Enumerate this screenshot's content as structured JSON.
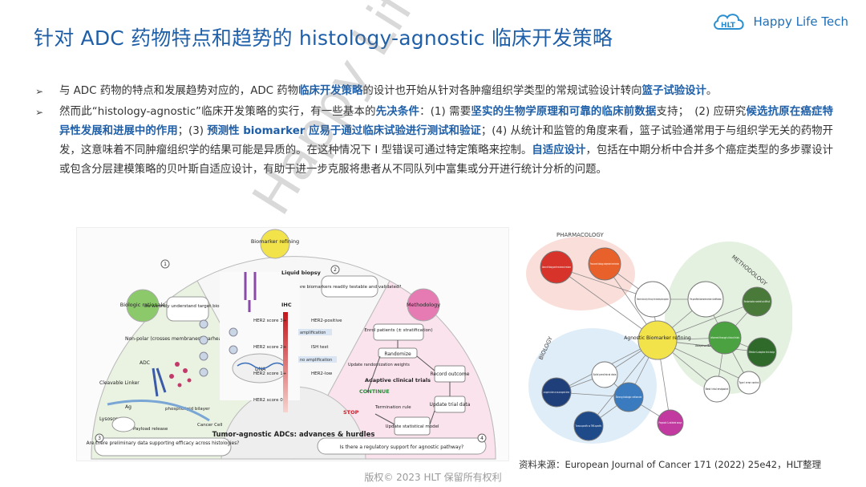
{
  "slide": {
    "title": "针对 ADC 药物特点和趋势的 histology-agnostic 临床开发策略",
    "logo_text": "Happy Life Tech",
    "logo_icon": "cloud-hlt-icon",
    "accent_color": "#1f5fa8"
  },
  "bullets": [
    {
      "segments": [
        {
          "t": "与 ADC 药物的特点和发展趋势对应的，ADC 药物",
          "h": false
        },
        {
          "t": "临床开发策略",
          "h": true
        },
        {
          "t": "的设计也开始从针对各肿瘤组织学类型的常规试验设计转向",
          "h": false
        },
        {
          "t": "篮子试验设计",
          "h": true
        },
        {
          "t": "。",
          "h": false
        }
      ]
    },
    {
      "segments": [
        {
          "t": "然而此“histology-agnostic”临床开发策略的实行，有一些基本的",
          "h": false
        },
        {
          "t": "先决条件",
          "h": true
        },
        {
          "t": "：(1) 需要",
          "h": false
        },
        {
          "t": "坚实的生物学原理和可靠的临床前数据",
          "h": true
        },
        {
          "t": "支持；　(2) 应研究",
          "h": false
        },
        {
          "t": "候选抗原在癌症特异性发展和进展中的作用",
          "h": true
        },
        {
          "t": "；(3) ",
          "h": false
        },
        {
          "t": "预测性 biomarker 应易于通过临床试验进行测试和验证",
          "h": true
        },
        {
          "t": "；(4) 从统计和监管的角度来看，篮子试验通常用于与组织学无关的药物开发，这意味着不同肿瘤组织学的结果可能是异质的。在这种情况下 I 型错误可通过特定策略来控制。",
          "h": false
        },
        {
          "t": "自适应设计",
          "h": true
        },
        {
          "t": "，包括在中期分析中合并多个癌症类型的多步骤设计或包含分层建模策略的贝叶斯自适应设计，有助于进一步克服将患者从不同队列中富集或分开进行统计分析的问题。",
          "h": false
        }
      ]
    }
  ],
  "figure1": {
    "center_label": "Biomarker refining",
    "left_label": "Biologic rationale",
    "right_label": "Methodology",
    "q1": "Do we truly understand target biology?",
    "q2": "Are biomarkers readily testable and validated?",
    "nonpolar": "Non-polar (crosses membranes) warhead",
    "adc": "ADC",
    "cleavable": "Cleavable Linker",
    "lysosome": "Lysosome",
    "ag": "Ag",
    "payload": "Payload release",
    "phospholipid": "phospholipid bilayer",
    "cancer_cell": "Cancer Cell",
    "dna": "DNA",
    "liquid_biopsy": "Liquid biopsy",
    "ihc": "IHC",
    "ihc_scores": [
      "HER2 score 3+",
      "HER2 score 2+",
      "HER2 score 1+",
      "HER2 score 0"
    ],
    "ihc_results": [
      "HER2-positive",
      "ISH test",
      "HER2-low"
    ],
    "amplification": "amplification",
    "no_amplification": "no amplification",
    "enrol": "Enrol patients (± stratification)",
    "randomize": "Randomize",
    "record": "Record outcome",
    "update_weights": "Update randomization weights",
    "adaptive": "Adaptive clinical trials",
    "update_trial": "Update trial data",
    "continue": "CONTINUE",
    "stop": "STOP",
    "termination": "Termination rule",
    "update_model": "Update statistical model",
    "bottom_left_q": "Are there preliminary data supporting efficacy across histologies?",
    "bottom_center": "Tumor-agnostic ADCs: advances & hurdles",
    "bottom_right_q": "Is there a regulatory support for agnostic pathway?",
    "num_markers": [
      "1",
      "2",
      "3",
      "4"
    ]
  },
  "figure2": {
    "pharmacology": "PHARMACOLOGY",
    "methodology": "METHODOLOGY",
    "biology": "BIOLOGY",
    "center": "Agnostic Biomarker refining",
    "nodes": [
      "Absence of histology-specific mechanisms of resistance",
      "Pronounced histology-independent mechanism",
      "Relevant clinical activity of the drug in the biomarker-positive population",
      "Pre-specified biomarker-driven stratification",
      "Randomization needed but difficult",
      "Adaptive design",
      "Effective & adaptive trial design",
      "Informed through clinical trials",
      "Type I error control",
      "Best trial endpoint",
      "Solid preclinical data",
      "oncogenic driver vs non-oncogenic driver",
      "Strong biologic rationale",
      "Tumor-specific vs TME-specific",
      "Prognostic & validated assays"
    ]
  },
  "source": "资料来源：European Journal of Cancer 171 (2022) 25e42，HLT整理",
  "footer": "版权© 2023 HLT 保留所有权利",
  "watermark": "Happy Life Tech"
}
